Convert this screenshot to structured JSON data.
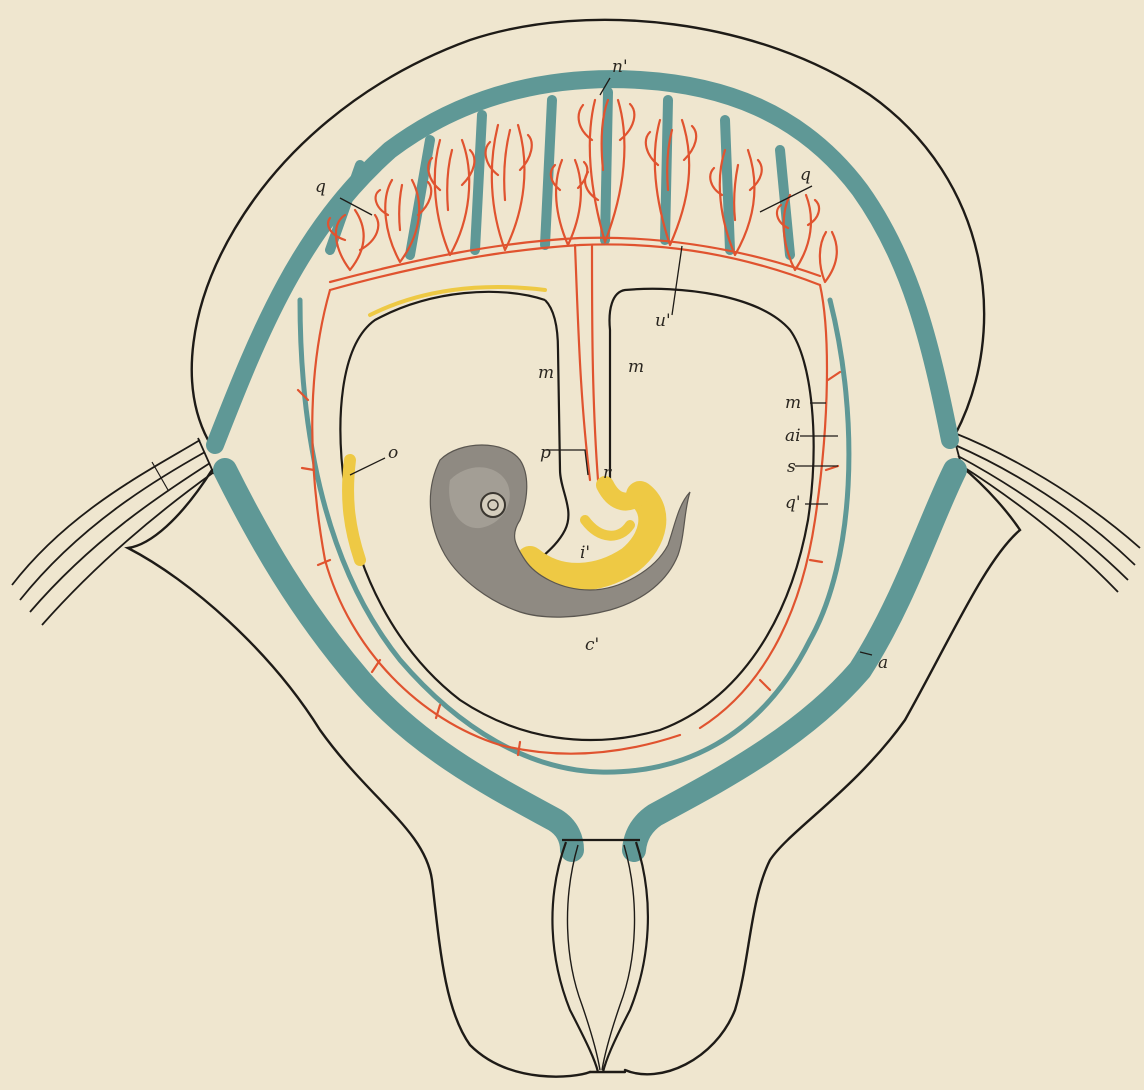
{
  "figure": {
    "colors": {
      "paper": "#efe6cf",
      "ink": "#1e1b17",
      "decidua": "#5f9896",
      "vessels": "#e0532f",
      "yolk": "#eec944",
      "embryo": "#8f8a82"
    },
    "labels": {
      "n_prime": "n'",
      "q_left": "q",
      "q_right": "q",
      "u_prime": "u'",
      "m_left": "m",
      "m_right": "m",
      "m_side": "m",
      "ai": "ai",
      "s": "s",
      "q_prime": "q'",
      "o": "o",
      "p": "p",
      "r": "r",
      "i_prime": "i'",
      "c_prime": "c'",
      "a": "a"
    }
  }
}
